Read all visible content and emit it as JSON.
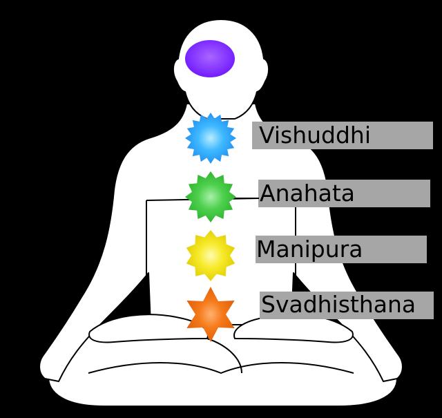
{
  "diagram": {
    "labels": [
      {
        "id": "vishuddhi",
        "text": "Vishuddhi"
      },
      {
        "id": "anahata",
        "text": "Anahata"
      },
      {
        "id": "manipura",
        "text": "Manipura"
      },
      {
        "id": "svadhisthana",
        "text": "Svadhisthana"
      }
    ],
    "chakras": [
      {
        "id": "ajna",
        "shape": "ellipse",
        "color": "#8a2cff"
      },
      {
        "id": "vishuddhi",
        "shape": "16-point-star",
        "color": "#3fb8ff"
      },
      {
        "id": "anahata",
        "shape": "12-point-star",
        "color": "#4ed04e"
      },
      {
        "id": "manipura",
        "shape": "10-point-star",
        "color": "#f2e21c"
      },
      {
        "id": "svadhisthana",
        "shape": "6-point-star",
        "color": "#f07012"
      }
    ],
    "colors": {
      "background": "#000000",
      "body": "#ffffff",
      "label_box": "#a6a6a6",
      "outline": "#000000"
    }
  }
}
